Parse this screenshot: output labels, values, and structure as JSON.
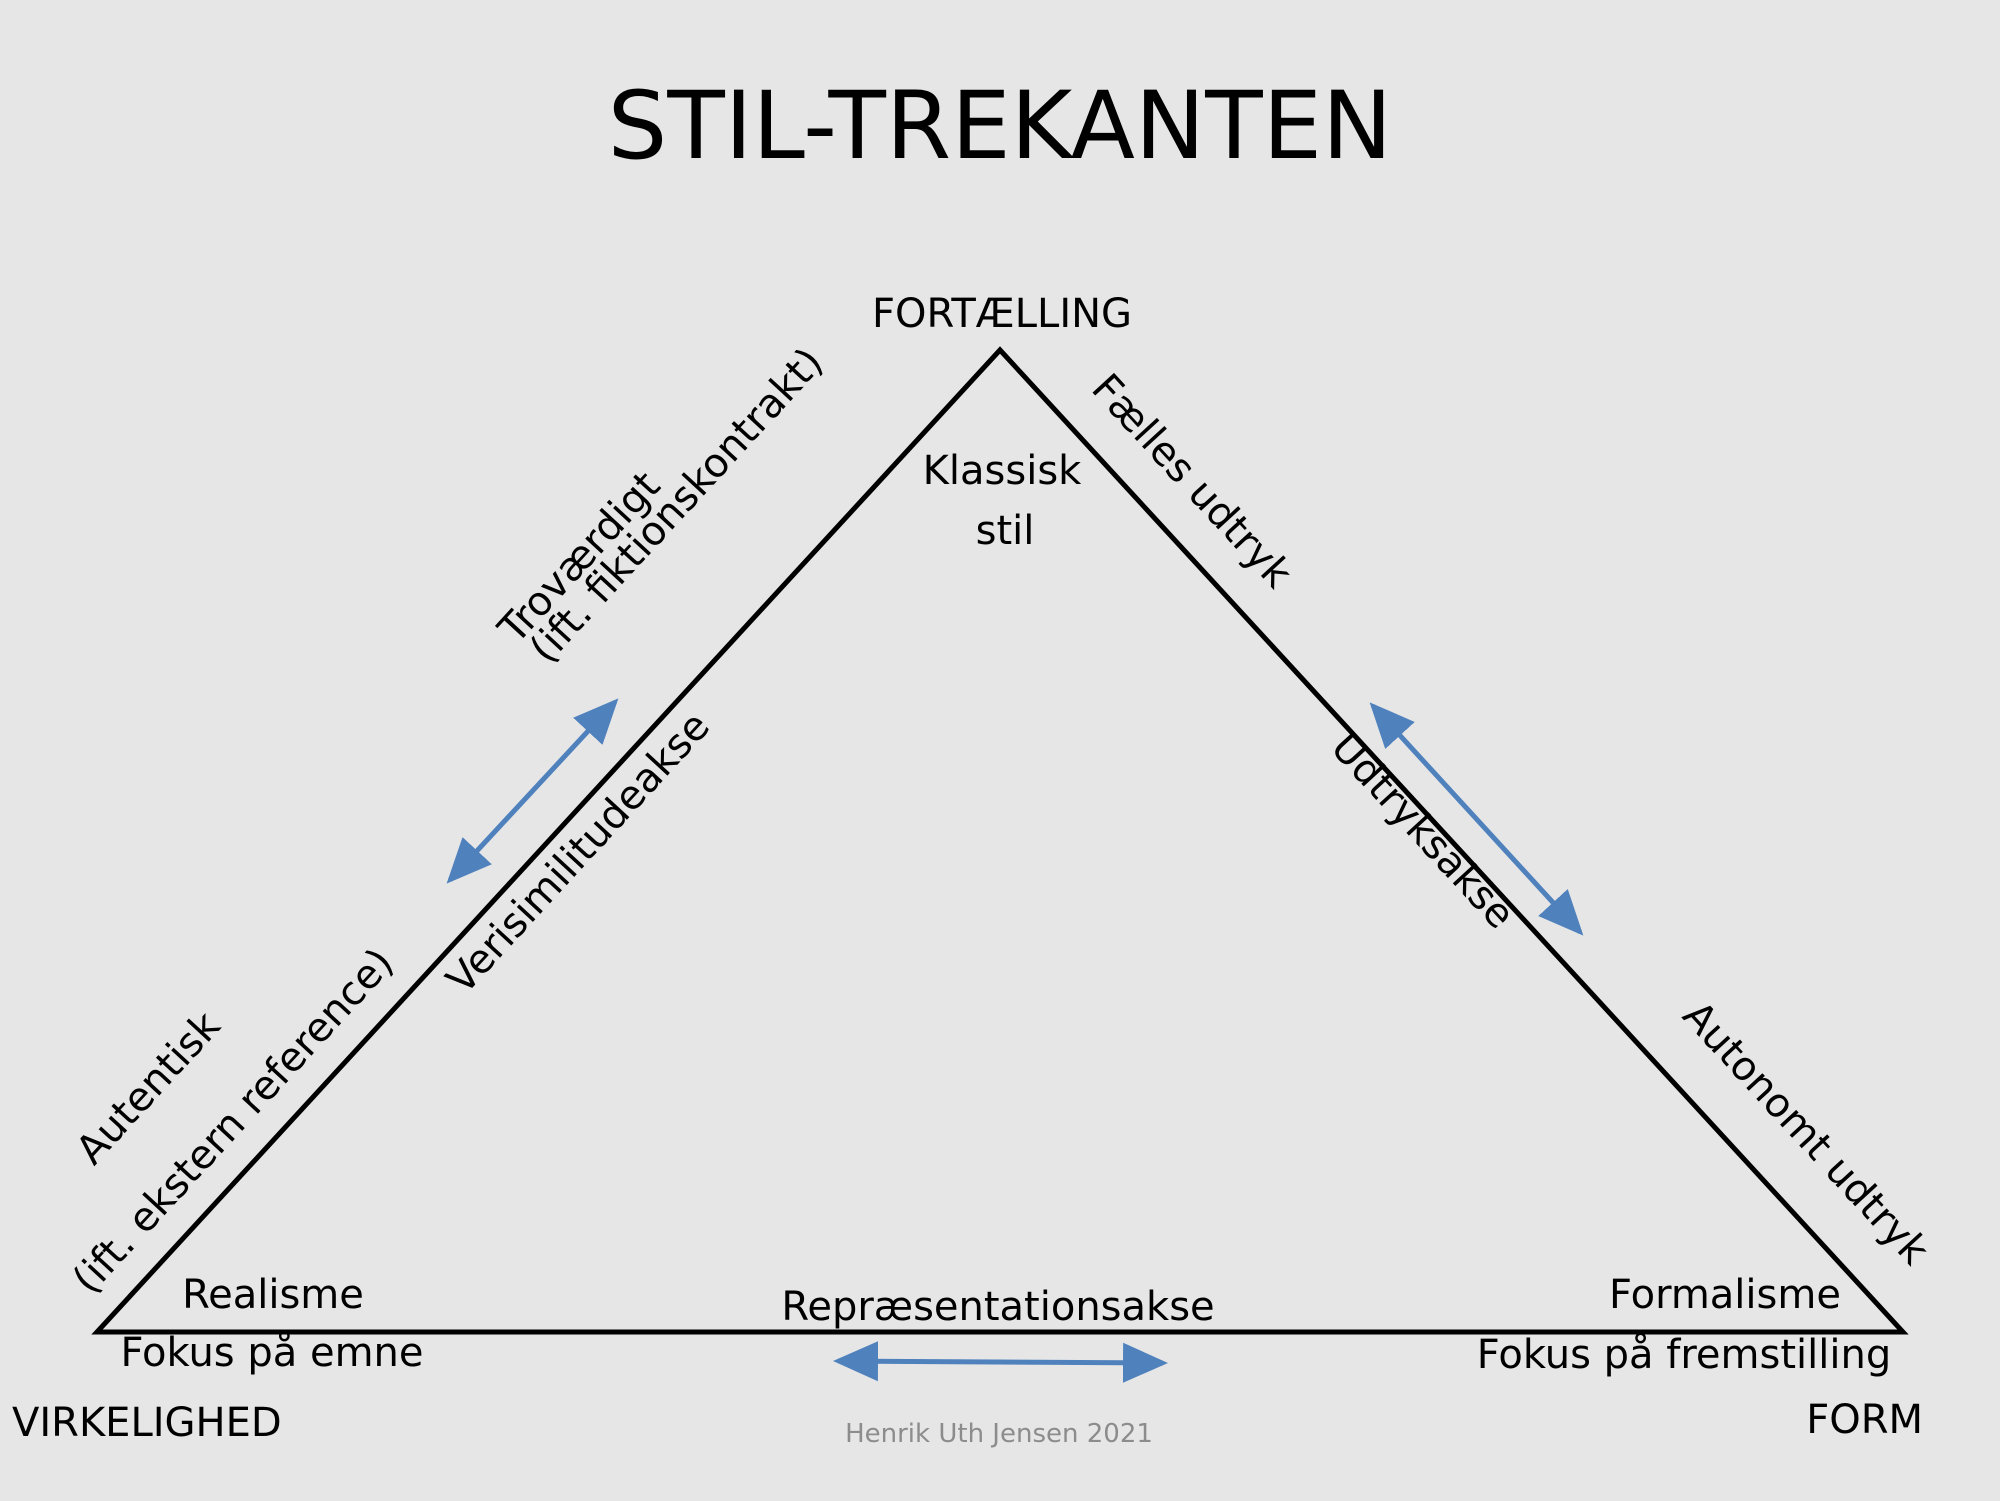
{
  "title": "STIL-TREKANTEN",
  "vertices": {
    "top": "FORTÆLLING",
    "left": "VIRKELIGHED",
    "right": "FORM"
  },
  "corners": {
    "top": [
      "Klassisk",
      "stil"
    ],
    "left": {
      "style": "Realisme",
      "focus": "Fokus på emne"
    },
    "right": {
      "style": "Formalisme",
      "focus": "Fokus på fremstilling"
    }
  },
  "axes": {
    "left": "Verisimilitudeakse",
    "right": "Udtryksakse",
    "bottom": "Repræsentationsakse"
  },
  "left_side": {
    "upper": [
      "Troværdigt",
      "(ift. fiktionskontrakt)"
    ],
    "lower": [
      "Autentisk",
      "(ift. ekstern reference)"
    ]
  },
  "right_side": {
    "upper": "Fælles udtryk",
    "lower": "Autonomt udtryk"
  },
  "credit": "Henrik Uth Jensen 2021",
  "colors": {
    "background": "#e6e6e6",
    "lines": "#000000",
    "arrows": "#4f81bd",
    "credit": "#8c8c8c"
  }
}
